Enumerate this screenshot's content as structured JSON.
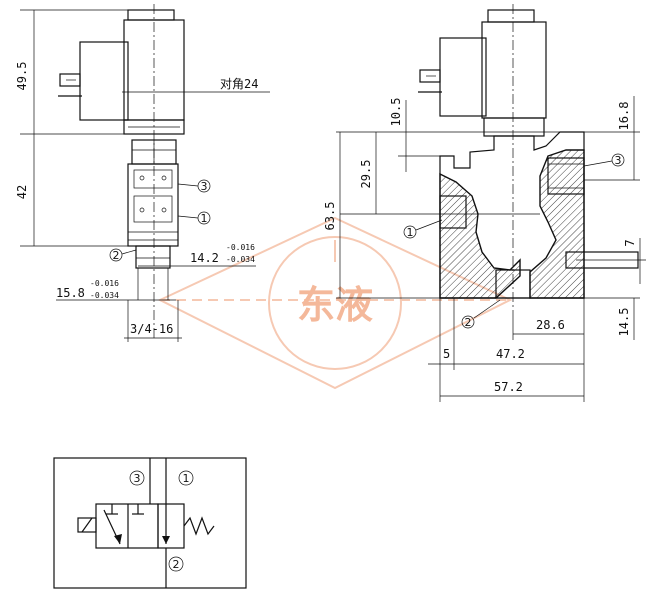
{
  "left_view": {
    "dims": {
      "height_top": "49.5",
      "height_mid": "42",
      "across_flats": "对角24",
      "d1": "14.2",
      "d1_tol_upper": "-0.016",
      "d1_tol_lower": "-0.034",
      "d2": "15.8",
      "d2_tol_upper": "-0.016",
      "d2_tol_lower": "-0.034",
      "thread": "3/4-16"
    },
    "ports": {
      "p1": "1",
      "p2": "2",
      "p3": "3"
    }
  },
  "right_view": {
    "dims": {
      "d10_5": "10.5",
      "d16_8": "16.8",
      "d29_5": "29.5",
      "d63_5": "63.5",
      "d7": "7",
      "d14_5": "14.5",
      "d28_6": "28.6",
      "d5": "5",
      "d47_2": "47.2",
      "d57_2": "57.2"
    },
    "ports": {
      "p1": "1",
      "p2": "2",
      "p3": "3"
    }
  },
  "schematic": {
    "ports": {
      "p1": "1",
      "p2": "2",
      "p3": "3"
    }
  },
  "watermark": {
    "text": "东液",
    "color": "#f4b89a"
  }
}
